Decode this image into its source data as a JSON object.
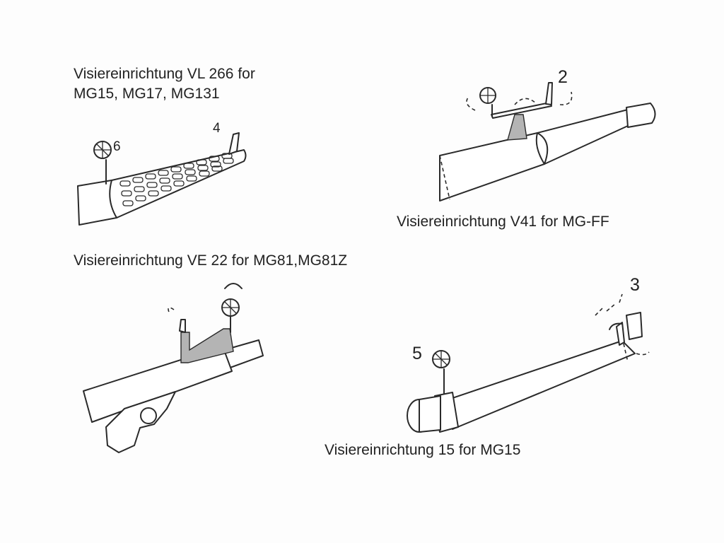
{
  "diagrams": [
    {
      "caption_lines": [
        "Visiereinrichtung VL 266 for",
        "MG15, MG17, MG131"
      ],
      "part_numbers": [
        "6",
        "4"
      ]
    },
    {
      "caption": "Visiereinrichtung V41 for MG-FF",
      "part_numbers": [
        "2"
      ]
    },
    {
      "caption": "Visiereinrichtung VE 22 for MG81,MG81Z",
      "part_numbers": []
    },
    {
      "caption": "Visiereinrichtung 15 for MG15",
      "part_numbers": [
        "5",
        "3"
      ]
    }
  ],
  "colors": {
    "line": "#2a2a2a",
    "shaded_part": "#b4b4b4",
    "background": "#fdfdfd"
  }
}
